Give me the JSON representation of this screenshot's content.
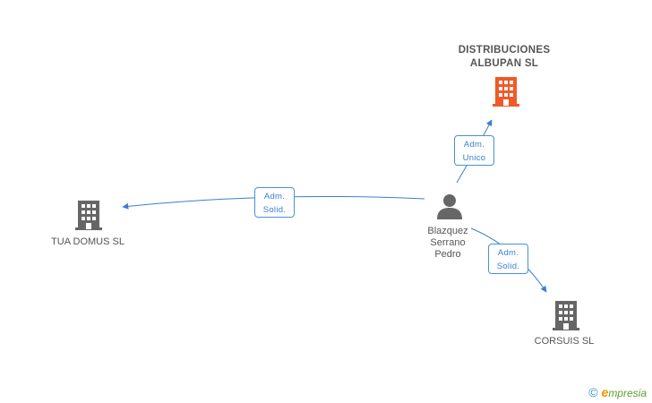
{
  "nodes": {
    "albupan": {
      "label": "DISTRIBUCIONES\nALBUPAN SL",
      "color": "#f05a28"
    },
    "tua_domus": {
      "label": "TUA DOMUS SL",
      "color": "#666666"
    },
    "corsuis": {
      "label": "CORSUIS SL",
      "color": "#666666"
    },
    "person": {
      "label": "Blazquez\nSerrano\nPedro",
      "color": "#666666"
    }
  },
  "edges": {
    "to_albupan": "Adm.\nUnico",
    "to_tua_domus": "Adm.\nSolid.",
    "to_corsuis": "Adm.\nSolid."
  },
  "edge_color": "#3a7fcf",
  "brand": {
    "copyright": "©",
    "initial": "e",
    "rest": "mpresia"
  }
}
